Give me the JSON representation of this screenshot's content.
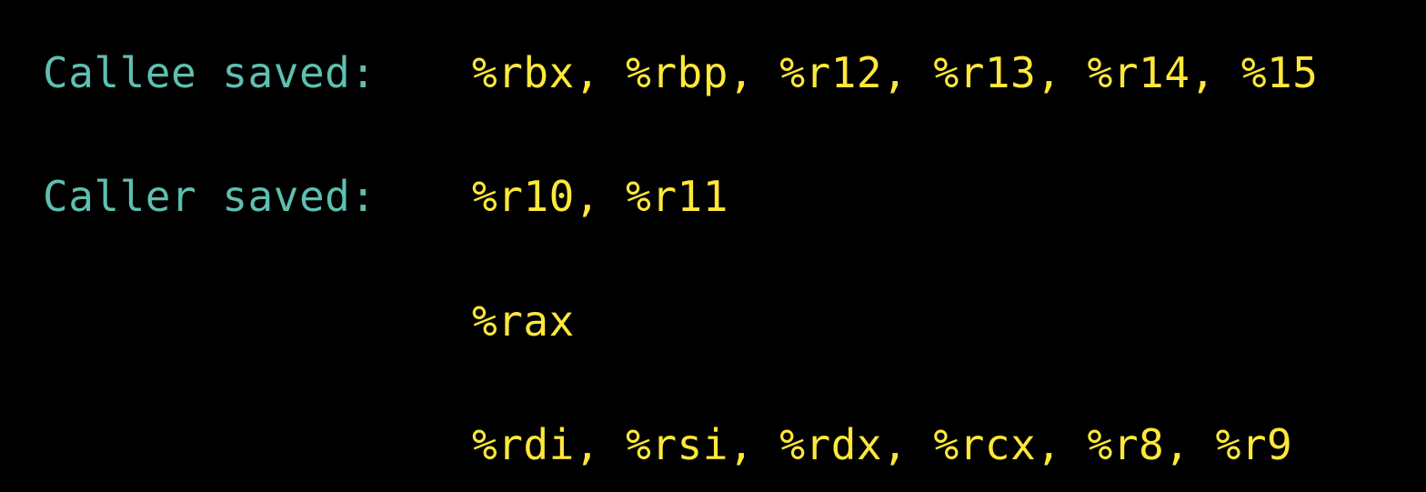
{
  "colors": {
    "background": "#000000",
    "label": "#5fbfb0",
    "registers": "#ffe83a"
  },
  "rows": [
    {
      "label": "Callee saved:",
      "registers": "%rbx, %rbp, %r12, %r13, %r14, %15"
    },
    {
      "label": "Caller saved:",
      "registers": "%r10, %r11"
    },
    {
      "label": "",
      "registers": "%rax"
    },
    {
      "label": "",
      "registers": "%rdi, %rsi, %rdx, %rcx, %r8, %r9"
    }
  ]
}
